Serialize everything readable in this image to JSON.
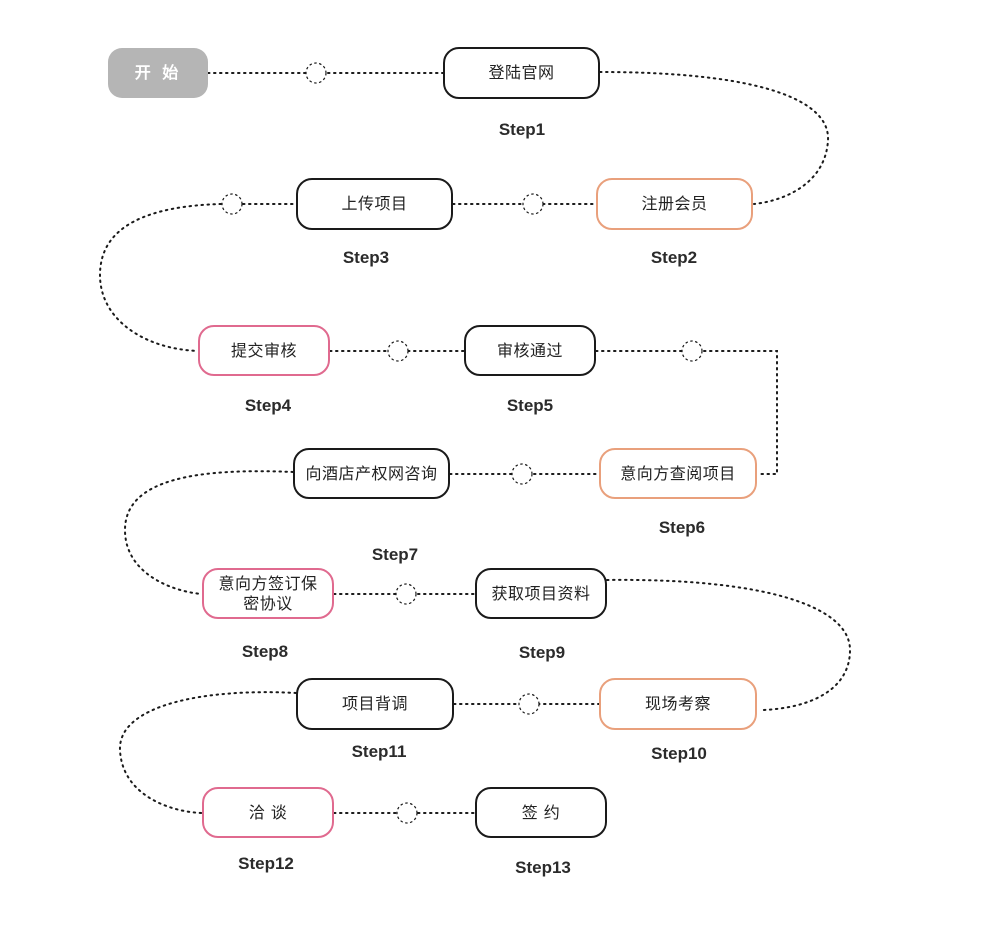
{
  "start_label": "开 始",
  "nodes": {
    "n1": "登陆官网",
    "n2": "注册会员",
    "n3": "上传项目",
    "n4": "提交审核",
    "n5": "审核通过",
    "n6": "意向方查阅项目",
    "n7": "向酒店产权网咨询",
    "n8": "意向方签订保密协议",
    "n9": "获取项目资料",
    "n10": "现场考察",
    "n11": "项目背调",
    "n12": "洽 谈",
    "n13": "签 约"
  },
  "steps": {
    "s1": "Step1",
    "s2": "Step2",
    "s3": "Step3",
    "s4": "Step4",
    "s5": "Step5",
    "s6": "Step6",
    "s7": "Step7",
    "s8": "Step8",
    "s9": "Step9",
    "s10": "Step10",
    "s11": "Step11",
    "s12": "Step12",
    "s13": "Step13"
  },
  "colors": {
    "line": "#1a1a1a",
    "border_default": "#1a1a1a",
    "border_orange": "#e9a07c",
    "border_pink": "#e06a8f",
    "start_fill": "#b5b5b5"
  }
}
